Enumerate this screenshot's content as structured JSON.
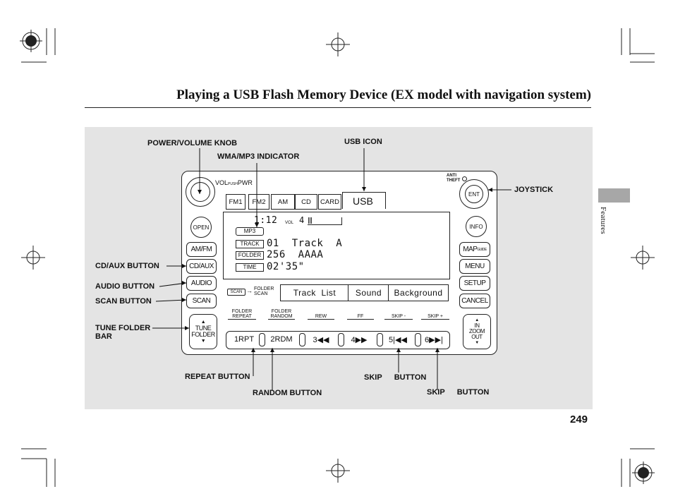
{
  "page": {
    "title": "Playing a USB Flash Memory Device (EX model with navigation system)",
    "side_tab": "Features",
    "page_number": "249"
  },
  "callouts": {
    "power_volume": "POWER/VOLUME KNOB",
    "wma_mp3": "WMA/MP3 INDICATOR",
    "usb_icon": "USB ICON",
    "joystick": "JOYSTICK",
    "cd_aux": "CD/AUX BUTTON",
    "audio": "AUDIO BUTTON",
    "scan": "SCAN BUTTON",
    "tune_folder_1": "TUNE FOLDER",
    "tune_folder_2": "BAR",
    "repeat": "REPEAT BUTTON",
    "random": "RANDOM BUTTON",
    "skip_left_1": "SKIP",
    "skip_left_2": "BUTTON",
    "skip_right_1": "SKIP",
    "skip_right_2": "BUTTON"
  },
  "unit": {
    "vol_label": "VOL",
    "push_label": "PUSH",
    "pwr_label": "PWR",
    "anti_theft_1": "ANTI",
    "anti_theft_2": "THEFT",
    "left_buttons": [
      "OPEN",
      "AM/FM",
      "CD/AUX",
      "AUDIO",
      "SCAN"
    ],
    "tune_1": "TUNE",
    "tune_2": "FOLDER",
    "right_buttons": [
      "ENT",
      "INFO",
      "MAP",
      "GUIDE",
      "MENU",
      "SETUP",
      "CANCEL"
    ],
    "zoom_1": "IN",
    "zoom_2": "ZOOM",
    "zoom_3": "OUT",
    "tabs": [
      "FM1",
      "FM2",
      "AM",
      "CD",
      "CARD",
      "USB"
    ],
    "display": {
      "time": "1:12",
      "vol_label": "VOL",
      "vol_value": "4",
      "mp3": "MP3",
      "track_label": "TRACK",
      "track_value": "01  Track  A",
      "folder_label": "FOLDER",
      "folder_value": "256  AAAA",
      "time_label": "TIME",
      "time_value": "02'35\""
    },
    "scan_small": "SCAN",
    "folder_scan_1": "FOLDER",
    "folder_scan_2": "SCAN",
    "softkeys": [
      "Track  List",
      "Sound",
      "Background"
    ],
    "function_labels": [
      {
        "top": "FOLDER",
        "bottom": "REPEAT"
      },
      {
        "top": "FOLDER",
        "bottom": "RANDOM"
      },
      {
        "top": "",
        "bottom": "REW"
      },
      {
        "top": "",
        "bottom": "FF"
      },
      {
        "top": "",
        "bottom": "SKIP -"
      },
      {
        "top": "",
        "bottom": "SKIP +"
      }
    ],
    "presets": [
      "1RPT",
      "2RDM",
      "3◀◀",
      "4▶▶",
      "5|◀◀",
      "6▶▶|"
    ]
  }
}
